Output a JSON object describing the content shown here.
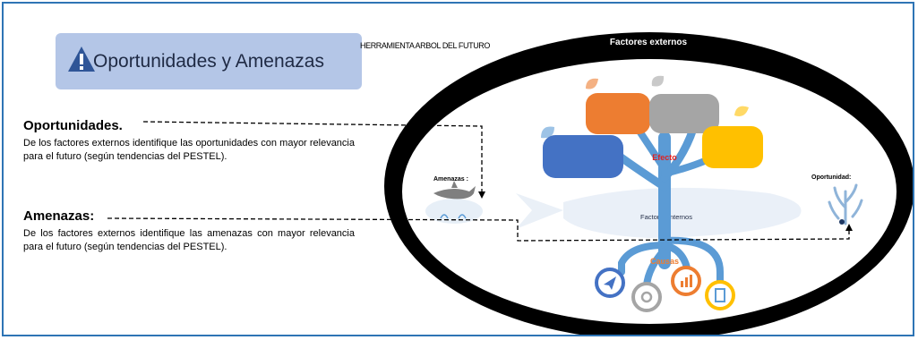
{
  "title": "Oportunidades y Amenazas",
  "tool_title": "HERRAMIENTA ARBOL DEL FUTURO",
  "sections": {
    "oportunidades": {
      "heading": "Oportunidades.",
      "text": "De los factores externos identifique las oportunidades con mayor relevancia para el futuro (según tendencias del PESTEL)."
    },
    "amenazas": {
      "heading": "Amenazas:",
      "text": "De los factores externos identifique las amenazas con mayor relevancia para el futuro (según tendencias del PESTEL)."
    }
  },
  "diagram": {
    "outer_label": "Factores externos",
    "inner_label": "Factores internos",
    "effect_label": "Efecto",
    "causes_label": "Causas",
    "threat_label": "Amenazas :",
    "opportunity_label": "Oportunidad:"
  },
  "colors": {
    "frame": "#2e74b5",
    "title_box": "#b4c6e7",
    "icon": "#2f5597",
    "cloud_blue": "#4472c4",
    "cloud_orange": "#ed7d31",
    "cloud_gray": "#a5a5a5",
    "cloud_yellow": "#ffc000",
    "trunk": "#5b9bd5",
    "effect": "#e02020",
    "causes": "#ed7d31"
  },
  "icons": {
    "title": "exclamation-icon",
    "threat": "shark-icon",
    "opportunity": "coral-icon",
    "causes": [
      "paper-plane-icon",
      "gear-icon",
      "bar-chart-icon",
      "document-icon"
    ]
  }
}
